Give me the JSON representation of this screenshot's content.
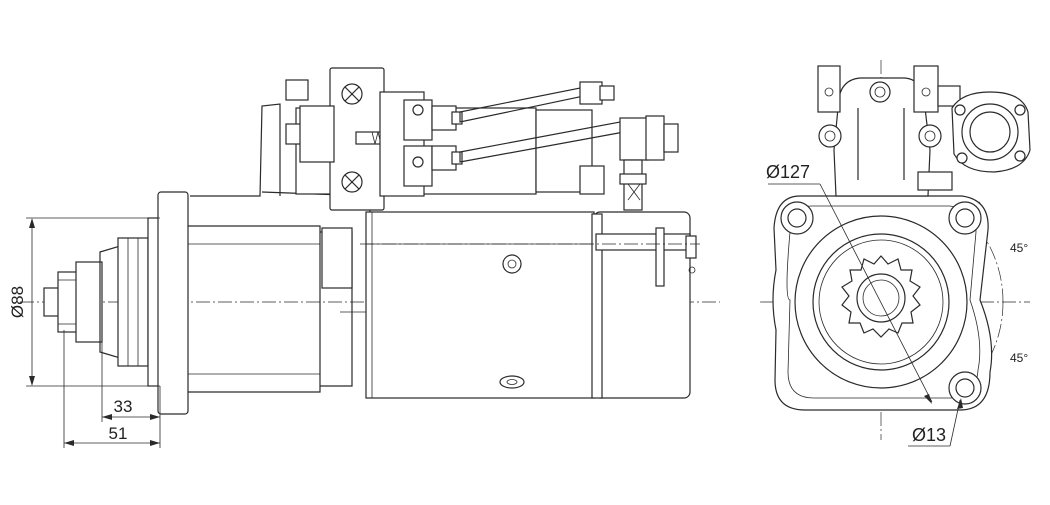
{
  "dimensions": {
    "diameter_88": "Ø88",
    "length_33": "33",
    "length_51": "51",
    "diameter_127": "Ø127",
    "diameter_13": "Ø13",
    "angle_top": "45°",
    "angle_bottom": "45°"
  },
  "colors": {
    "line": "#2a2a2a",
    "background": "#ffffff"
  }
}
